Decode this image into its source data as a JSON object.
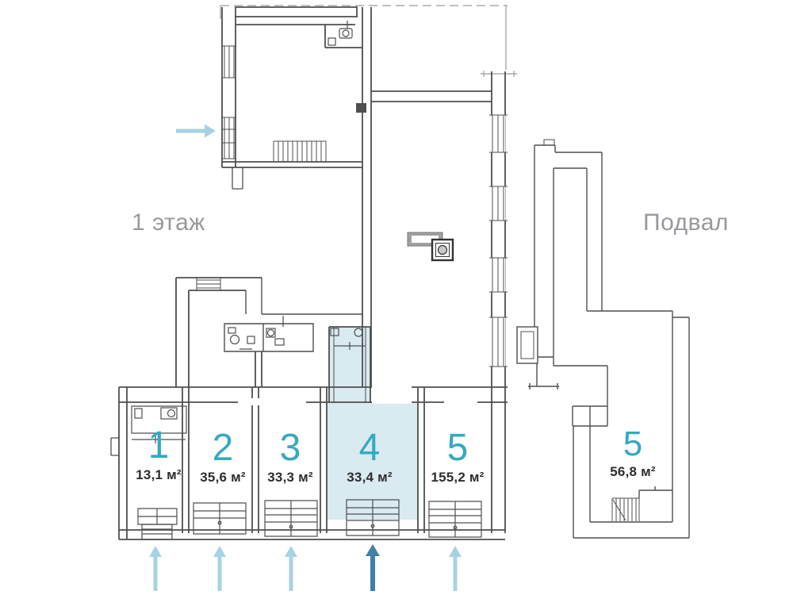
{
  "floor1": {
    "label": "1 этаж",
    "selected_room": "4",
    "rooms": [
      {
        "number": "1",
        "area": "13,1 м²",
        "highlighted": false
      },
      {
        "number": "2",
        "area": "35,6 м²",
        "highlighted": false
      },
      {
        "number": "3",
        "area": "33,3 м²",
        "highlighted": false
      },
      {
        "number": "4",
        "area": "33,4 м²",
        "highlighted": true
      },
      {
        "number": "5",
        "area": "155,2 м²",
        "highlighted": false
      }
    ]
  },
  "basement": {
    "label": "Подвал",
    "rooms": [
      {
        "number": "5",
        "area": "56,8 м²"
      }
    ]
  },
  "arrows": {
    "side_entrance": {
      "direction": "right",
      "variant": "light"
    },
    "bottom_entrances": [
      {
        "room": "1",
        "direction": "up",
        "variant": "light"
      },
      {
        "room": "2",
        "direction": "up",
        "variant": "light"
      },
      {
        "room": "3",
        "direction": "up",
        "variant": "light"
      },
      {
        "room": "4",
        "direction": "up",
        "variant": "dark"
      },
      {
        "room": "5",
        "direction": "up",
        "variant": "light"
      }
    ]
  },
  "colors": {
    "wall": "#4f4f4f",
    "wall_thin": "#9a9a9a",
    "room_number": "#35a9c2",
    "room_area": "#2d2d2d",
    "floor_label": "#97999c",
    "highlight": "#d9eaf1",
    "arrow_light": "#a6d3e3",
    "arrow_dark": "#4080a9",
    "vent_gray": "#a0a0a0"
  }
}
